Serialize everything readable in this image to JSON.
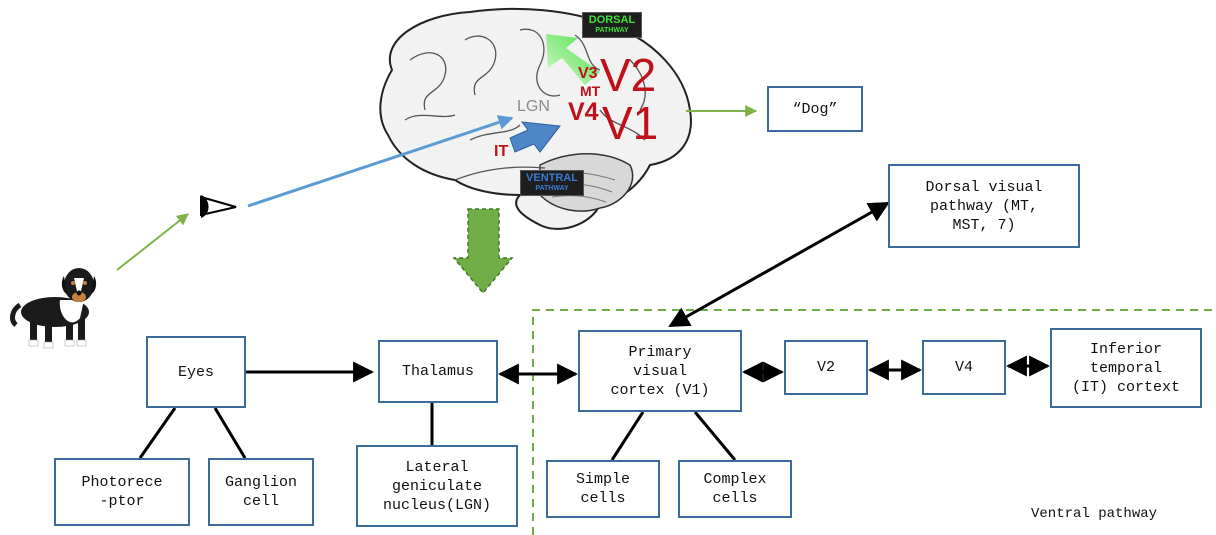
{
  "colors": {
    "box_border": "#3c6a9a",
    "green_arrow": "#7fb24a",
    "blue_arrow": "#5b9bd5",
    "brain_red": "#c0101a",
    "dorsal_green": "#3fe03a",
    "ventral_blue": "#3a7bd5",
    "big_down_arrow": "#70ad47",
    "ventral_dashed": "#70ad47"
  },
  "brain": {
    "dorsal_badge": {
      "title": "DORSAL",
      "sub": "PATHWAY"
    },
    "ventral_badge": {
      "title": "VENTRAL",
      "sub": "PATHWAY"
    },
    "labels": {
      "v3": "V3",
      "mt": "MT",
      "v2": "V2",
      "v4": "V4",
      "v1": "V1",
      "lgn": "LGN",
      "it": "IT"
    }
  },
  "output_label": "“Dog”",
  "boxes": {
    "dorsal_visual": "Dorsal visual\npathway (MT,\nMST, 7)",
    "eyes": "Eyes",
    "thalamus": "Thalamus",
    "primary_visual": "Primary\nvisual\ncortex (V1)",
    "v2": "V2",
    "v4": "V4",
    "inferior_temporal": "Inferior\ntemporal\n(IT) cortext",
    "photoreceptor": "Photorece\n-ptor",
    "ganglion": "Ganglion\ncell",
    "lgn": "Lateral\ngeniculate\nnucleus(LGN)",
    "simple": "Simple\ncells",
    "complex": "Complex\ncells"
  },
  "region_label": "Ventral pathway",
  "icons": [
    "dog-icon",
    "eye-icon",
    "brain-icon"
  ]
}
